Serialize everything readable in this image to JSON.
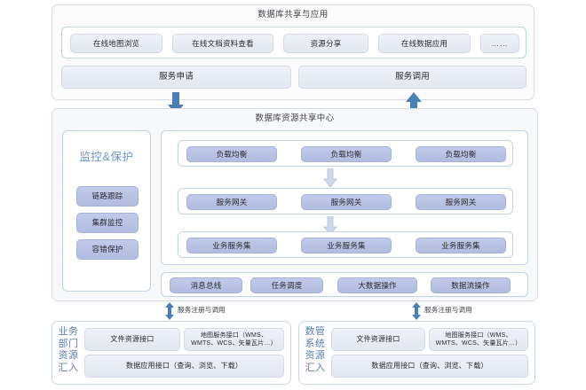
{
  "top_section": {
    "title": "数据库共享与应用",
    "apps": [
      {
        "label": "在线地图浏览"
      },
      {
        "label": "在线文档资料查看"
      },
      {
        "label": "资源分享"
      },
      {
        "label": "在线数据应用"
      },
      {
        "label": "……"
      }
    ],
    "service_bars": [
      {
        "label": "服务申请"
      },
      {
        "label": "服务调用"
      }
    ]
  },
  "middle_section": {
    "title": "数据库资源共享中心",
    "monitor": {
      "title": "监控&保护",
      "items": [
        {
          "label": "链路跟踪"
        },
        {
          "label": "集群监控"
        },
        {
          "label": "容错保护"
        }
      ]
    },
    "tiers": [
      {
        "name": "load-balancer",
        "cells": [
          "负载均衡",
          "负载均衡",
          "负载均衡"
        ]
      },
      {
        "name": "service-gateway",
        "cells": [
          "服务网关",
          "服务网关",
          "服务网关"
        ]
      },
      {
        "name": "business-service-set",
        "cells": [
          "业务服务集",
          "业务服务集",
          "业务服务集"
        ]
      }
    ],
    "platform_services": [
      {
        "label": "消息总线"
      },
      {
        "label": "任务调度"
      },
      {
        "label": "大数据操作"
      },
      {
        "label": "数据流操作"
      }
    ]
  },
  "connectors": {
    "top_down_label": "",
    "top_up_label": "",
    "register_label_left": "服务注册与调用",
    "register_label_right": "服务注册与调用"
  },
  "bottom_sections": [
    {
      "vertical_label": [
        "业务",
        "部门",
        "资源",
        "汇入"
      ],
      "interfaces": [
        {
          "label": "文件资源接口"
        },
        {
          "label": "地图服务接口（WMS、\nWMTS、WCS、矢量瓦片…）"
        },
        {
          "label": "数据应用接口（查询、浏览、下载）"
        }
      ]
    },
    {
      "vertical_label": [
        "数管",
        "系统",
        "资源",
        "汇入"
      ],
      "interfaces": [
        {
          "label": "文件资源接口"
        },
        {
          "label": "地图服务接口（WMS、\nWMTS、WCS、矢量瓦片…）"
        },
        {
          "label": "数据应用接口（查询、浏览、下载）"
        }
      ]
    }
  ],
  "colors": {
    "chip_pale": "#e6eaf3",
    "chip_blue": "#b7c1e2",
    "panel_border": "#d6dbe4",
    "group_border": "#bfd4ea",
    "accent_arrow": "#4a7fb5",
    "inner_arrow": "#c3cfe4",
    "title_text": "#3f3f46",
    "monitor_title": "#6f93cc",
    "vertical_label": "#5b7bb5"
  }
}
